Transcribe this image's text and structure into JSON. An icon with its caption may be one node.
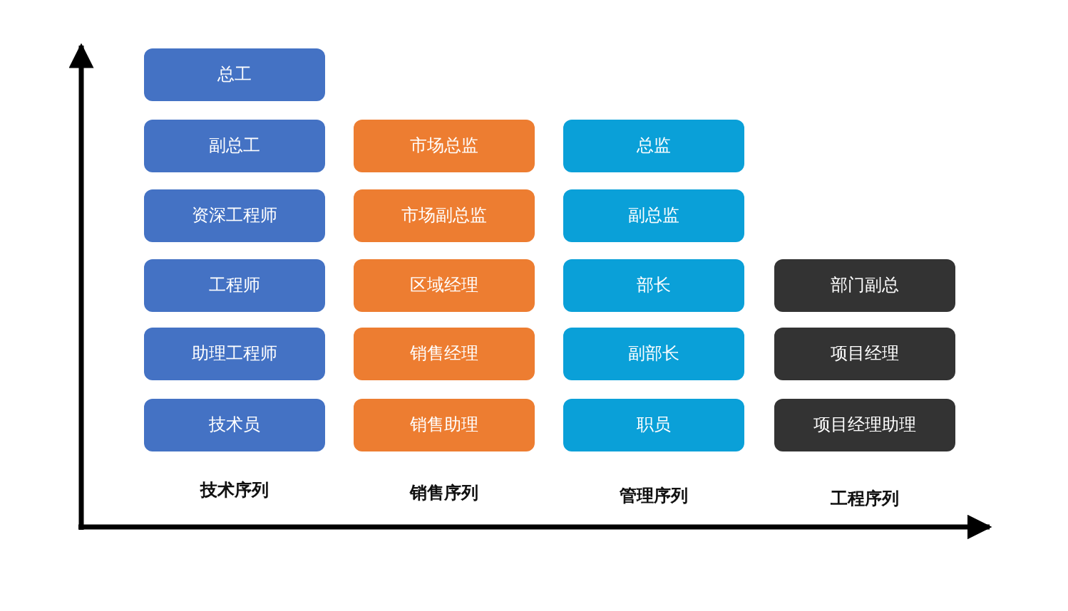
{
  "diagram": {
    "nodes": [
      {
        "text": [
          "总工"
        ]
      },
      {
        "text": [
          "副总工"
        ]
      },
      {
        "text": [
          "市场总监"
        ]
      },
      {
        "text": [
          "总监"
        ]
      },
      {
        "text": [
          "资深工程师"
        ]
      },
      {
        "text": [
          "市场副总监"
        ]
      },
      {
        "text": [
          "副总监"
        ]
      },
      {
        "text": [
          "工程师"
        ]
      },
      {
        "text": [
          "区域经理"
        ]
      },
      {
        "text": [
          "部长"
        ]
      },
      {
        "text": [
          "部门副总"
        ]
      },
      {
        "text": [
          "助理工程师"
        ]
      },
      {
        "text": [
          "销售经理"
        ]
      },
      {
        "text": [
          "副部长"
        ]
      },
      {
        "text": [
          "项目经理"
        ]
      },
      {
        "text": [
          "技术员"
        ]
      },
      {
        "text": [
          "销售助理"
        ]
      },
      {
        "text": [
          "职员"
        ]
      },
      {
        "text": [
          "项目经理助理"
        ]
      }
    ],
    "labels": [
      "技术序列",
      "销售序列",
      "管理序列",
      "工程序列"
    ]
  }
}
